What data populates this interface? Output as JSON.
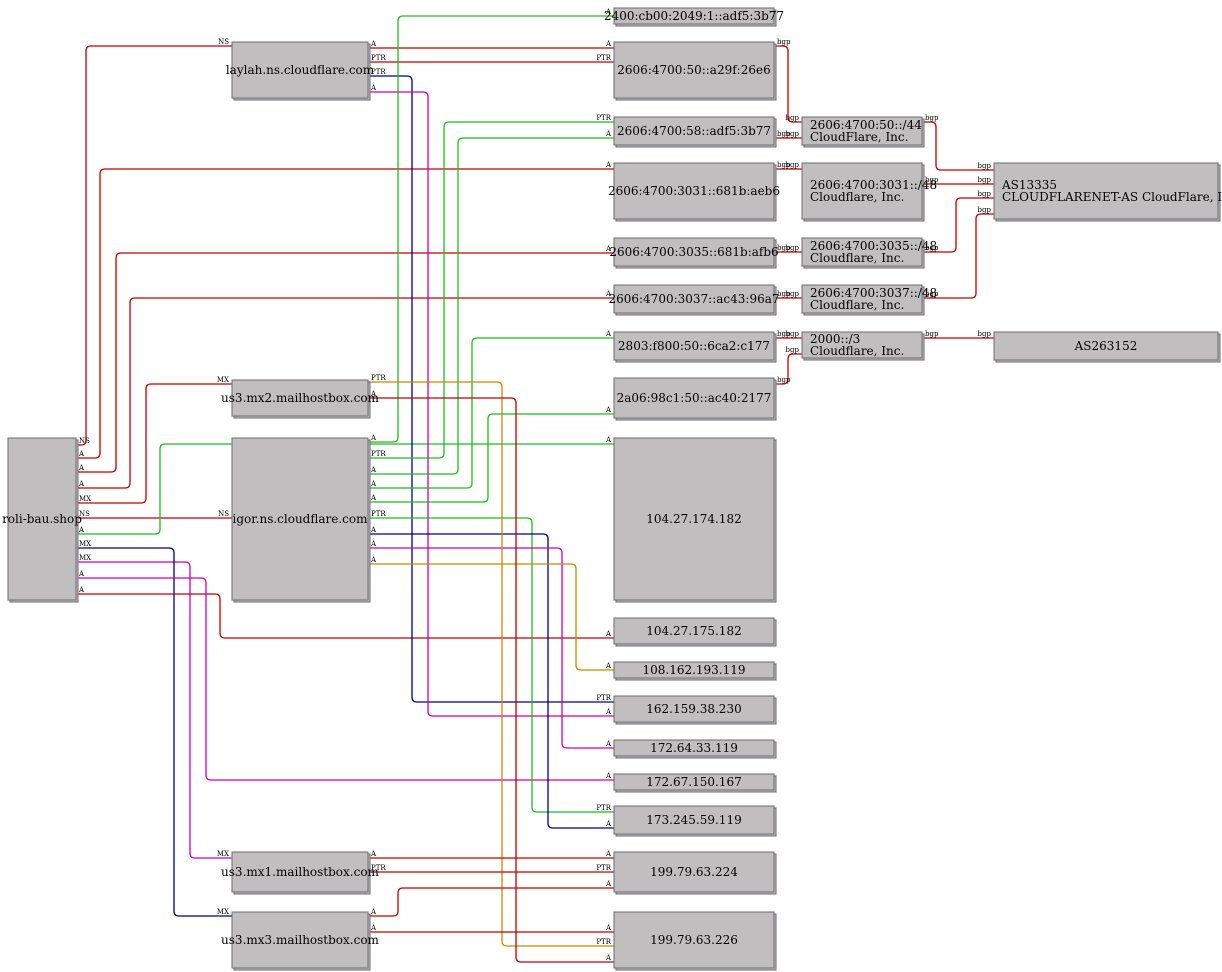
{
  "colors": {
    "node_fill": "#c0bebf",
    "node_stroke": "#6d6b6c",
    "red": "#c00000",
    "green": "#22bb22",
    "blue": "#000088",
    "magenta": "#cc00aa",
    "orange": "#cc8800"
  },
  "nodes": {
    "root": [
      "roli-bau.shop"
    ],
    "ns_laylah": [
      "laylah.ns.cloudflare.com"
    ],
    "ns_igor": [
      "igor.ns.cloudflare.com"
    ],
    "mx2": [
      "us3.mx2.mailhostbox.com"
    ],
    "mx1": [
      "us3.mx1.mailhostbox.com"
    ],
    "mx3": [
      "us3.mx3.mailhostbox.com"
    ],
    "ip_2400": [
      "2400:cb00:2049:1::adf5:3b77"
    ],
    "ip_26e6": [
      "2606:4700:50::a29f:26e6"
    ],
    "ip_58": [
      "2606:4700:58::adf5:3b77"
    ],
    "ip_3031": [
      "2606:4700:3031::681b:aeb6"
    ],
    "ip_3035": [
      "2606:4700:3035::681b:afb6"
    ],
    "ip_3037": [
      "2606:4700:3037::ac43:96a7"
    ],
    "ip_2803": [
      "2803:f800:50::6ca2:c177"
    ],
    "ip_2a06": [
      "2a06:98c1:50::ac40:2177"
    ],
    "ip_104_174": [
      "104.27.174.182"
    ],
    "ip_104_175": [
      "104.27.175.182"
    ],
    "ip_108": [
      "108.162.193.119"
    ],
    "ip_162": [
      "162.159.38.230"
    ],
    "ip_172_64": [
      "172.64.33.119"
    ],
    "ip_172_67": [
      "172.67.150.167"
    ],
    "ip_173": [
      "173.245.59.119"
    ],
    "ip_199_224": [
      "199.79.63.224"
    ],
    "ip_199_226": [
      "199.79.63.226"
    ],
    "pfx_50": [
      "2606:4700:50::/44",
      "CloudFlare, Inc."
    ],
    "pfx_3031": [
      "2606:4700:3031::/48",
      "Cloudflare, Inc."
    ],
    "pfx_3035": [
      "2606:4700:3035::/48",
      "Cloudflare, Inc."
    ],
    "pfx_3037": [
      "2606:4700:3037::/48",
      "Cloudflare, Inc."
    ],
    "pfx_2000": [
      "2000::/3",
      "Cloudflare, Inc."
    ],
    "as13335": [
      "AS13335",
      "CLOUDFLARENET-AS CloudFlare, Inc."
    ],
    "as263152": [
      "AS263152"
    ]
  },
  "edge_labels": {
    "ns": "NS",
    "a": "A",
    "mx": "MX",
    "ptr": "PTR",
    "bgp": "bgp"
  },
  "edges": [
    {
      "from": "root",
      "to": "ns_laylah",
      "label": "NS",
      "color": "red"
    },
    {
      "from": "root",
      "to": "ns_igor",
      "label": "NS",
      "color": "red"
    },
    {
      "from": "root",
      "to": "mx2",
      "label": "MX",
      "color": "red"
    },
    {
      "from": "root",
      "to": "mx1",
      "label": "MX",
      "color": "magenta"
    },
    {
      "from": "root",
      "to": "mx3",
      "label": "MX",
      "color": "blue"
    },
    {
      "from": "root",
      "to": "ip_3031",
      "label": "A",
      "color": "red"
    },
    {
      "from": "root",
      "to": "ip_3035",
      "label": "A",
      "color": "red"
    },
    {
      "from": "root",
      "to": "ip_3037",
      "label": "A",
      "color": "red"
    },
    {
      "from": "root",
      "to": "ip_104_174",
      "label": "A",
      "color": "green"
    },
    {
      "from": "root",
      "to": "ip_104_175",
      "label": "A",
      "color": "red"
    },
    {
      "from": "root",
      "to": "ip_172_67",
      "label": "A",
      "color": "magenta"
    },
    {
      "from": "ns_laylah",
      "to": "ip_26e6",
      "label": "A",
      "color": "red"
    },
    {
      "from": "ns_laylah",
      "to": "ip_26e6",
      "label": "PTR",
      "color": "red"
    },
    {
      "from": "ns_laylah",
      "to": "ip_162",
      "label": "PTR",
      "color": "blue"
    },
    {
      "from": "ns_laylah",
      "to": "ip_162",
      "label": "A",
      "color": "magenta"
    },
    {
      "from": "ns_igor",
      "to": "ip_2400",
      "label": "A",
      "color": "green"
    },
    {
      "from": "ns_igor",
      "to": "ip_58",
      "label": "PTR",
      "color": "green"
    },
    {
      "from": "ns_igor",
      "to": "ip_58",
      "label": "A",
      "color": "green"
    },
    {
      "from": "ns_igor",
      "to": "ip_2803",
      "label": "A",
      "color": "green"
    },
    {
      "from": "ns_igor",
      "to": "ip_2a06",
      "label": "A",
      "color": "green"
    },
    {
      "from": "ns_igor",
      "to": "ip_173",
      "label": "PTR",
      "color": "green"
    },
    {
      "from": "ns_igor",
      "to": "ip_173",
      "label": "A",
      "color": "blue"
    },
    {
      "from": "ns_igor",
      "to": "ip_172_64",
      "label": "A",
      "color": "magenta"
    },
    {
      "from": "ns_igor",
      "to": "ip_108",
      "label": "A",
      "color": "orange"
    },
    {
      "from": "mx2",
      "to": "ip_199_226",
      "label": "PTR",
      "color": "orange"
    },
    {
      "from": "mx2",
      "to": "ip_199_226",
      "label": "A",
      "color": "red"
    },
    {
      "from": "mx1",
      "to": "ip_199_224",
      "label": "A",
      "color": "red"
    },
    {
      "from": "mx1",
      "to": "ip_199_224",
      "label": "PTR",
      "color": "red"
    },
    {
      "from": "mx3",
      "to": "ip_199_224",
      "label": "A",
      "color": "red"
    },
    {
      "from": "mx3",
      "to": "ip_199_226",
      "label": "A",
      "color": "red"
    },
    {
      "from": "ip_26e6",
      "to": "pfx_50",
      "label": "bgp",
      "color": "red"
    },
    {
      "from": "ip_58",
      "to": "pfx_50",
      "label": "bgp",
      "color": "red"
    },
    {
      "from": "ip_3031",
      "to": "pfx_3031",
      "label": "bgp",
      "color": "red"
    },
    {
      "from": "ip_3035",
      "to": "pfx_3035",
      "label": "bgp",
      "color": "red"
    },
    {
      "from": "ip_3037",
      "to": "pfx_3037",
      "label": "bgp",
      "color": "red"
    },
    {
      "from": "ip_2803",
      "to": "pfx_2000",
      "label": "bgp",
      "color": "red"
    },
    {
      "from": "ip_2a06",
      "to": "pfx_2000",
      "label": "bgp",
      "color": "red"
    },
    {
      "from": "pfx_50",
      "to": "as13335",
      "label": "bgp",
      "color": "red"
    },
    {
      "from": "pfx_3031",
      "to": "as13335",
      "label": "bgp",
      "color": "red"
    },
    {
      "from": "pfx_3035",
      "to": "as13335",
      "label": "bgp",
      "color": "red"
    },
    {
      "from": "pfx_3037",
      "to": "as13335",
      "label": "bgp",
      "color": "red"
    },
    {
      "from": "pfx_2000",
      "to": "as263152",
      "label": "bgp",
      "color": "red"
    }
  ]
}
